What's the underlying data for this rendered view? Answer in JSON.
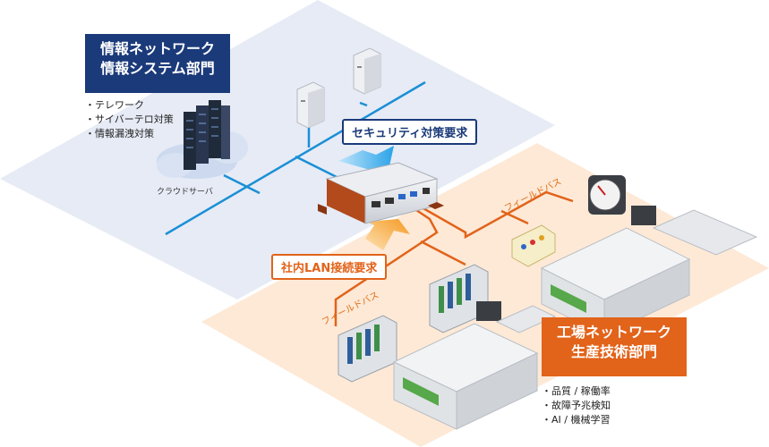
{
  "it_section": {
    "title_line1": "情報ネットワーク",
    "title_line2": "情報システム部門",
    "bullets": [
      "・テレワーク",
      "・サイバーテロ対策",
      "・情報漏洩対策"
    ],
    "cloud_server_label": "クラウドサーバ"
  },
  "factory_section": {
    "title_line1": "工場ネットワーク",
    "title_line2": "生産技術部門",
    "bullets": [
      "・品質 / 稼働率",
      "・故障予兆検知",
      "・AI / 機械学習"
    ],
    "fieldbus_label_1": "フィールドバス",
    "fieldbus_label_2": "フィールドバス"
  },
  "requirements": {
    "security": "セキュリティ対策要求",
    "lan": "社内LAN接続要求"
  },
  "colors": {
    "it_blue": "#1b3a7a",
    "network_line": "#1a8fd6",
    "factory_orange": "#e2631a",
    "factory_bg": "#fde9d6",
    "it_bg": "#e6ebf5"
  }
}
